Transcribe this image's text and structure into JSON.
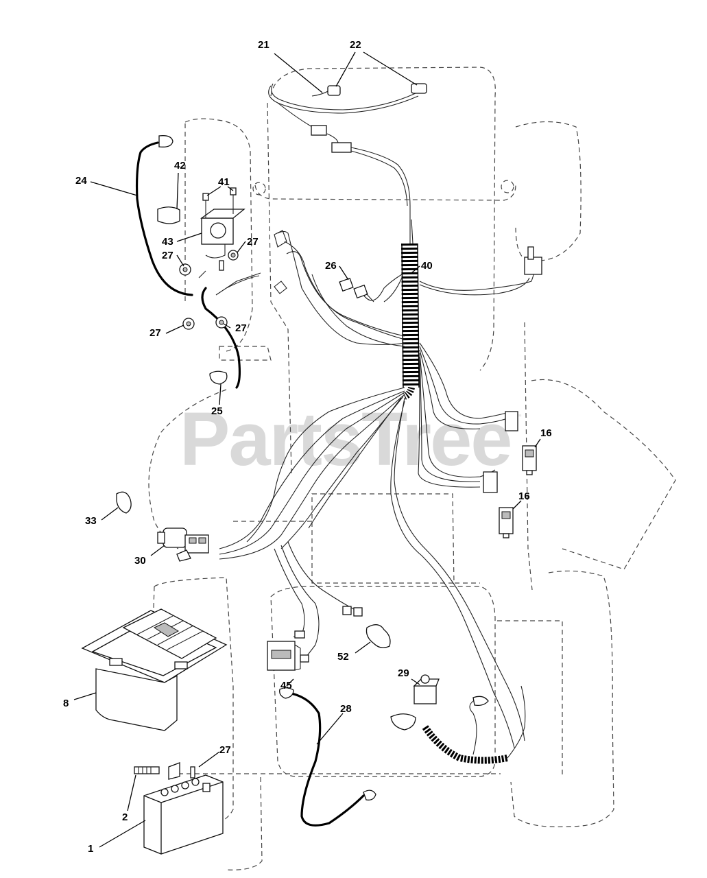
{
  "watermark": {
    "text": "PartsTree",
    "mark": "™"
  },
  "callouts": [
    {
      "id": "21",
      "label": "21"
    },
    {
      "id": "22",
      "label": "22"
    },
    {
      "id": "24",
      "label": "24"
    },
    {
      "id": "42",
      "label": "42"
    },
    {
      "id": "41",
      "label": "41"
    },
    {
      "id": "43",
      "label": "43"
    },
    {
      "id": "27a",
      "label": "27"
    },
    {
      "id": "27b",
      "label": "27"
    },
    {
      "id": "27c",
      "label": "27"
    },
    {
      "id": "27d",
      "label": "27"
    },
    {
      "id": "26",
      "label": "26"
    },
    {
      "id": "40",
      "label": "40"
    },
    {
      "id": "25",
      "label": "25"
    },
    {
      "id": "16a",
      "label": "16"
    },
    {
      "id": "16b",
      "label": "16"
    },
    {
      "id": "33",
      "label": "33"
    },
    {
      "id": "30",
      "label": "30"
    },
    {
      "id": "8",
      "label": "8"
    },
    {
      "id": "52",
      "label": "52"
    },
    {
      "id": "29",
      "label": "29"
    },
    {
      "id": "45",
      "label": "45"
    },
    {
      "id": "28",
      "label": "28"
    },
    {
      "id": "27e",
      "label": "27"
    },
    {
      "id": "2",
      "label": "2"
    },
    {
      "id": "1",
      "label": "1"
    }
  ]
}
